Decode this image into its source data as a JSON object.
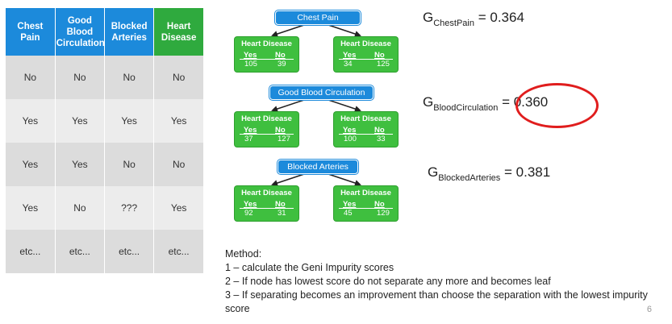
{
  "table": {
    "headers": [
      "Chest Pain",
      "Good Blood Circulation",
      "Blocked Arteries",
      "Heart Disease"
    ],
    "rows": [
      [
        "No",
        "No",
        "No",
        "No"
      ],
      [
        "Yes",
        "Yes",
        "Yes",
        "Yes"
      ],
      [
        "Yes",
        "Yes",
        "No",
        "No"
      ],
      [
        "Yes",
        "No",
        "???",
        "Yes"
      ],
      [
        "etc...",
        "etc...",
        "etc...",
        "etc..."
      ]
    ],
    "header_color": "#1c8adb",
    "highlight_header_color": "#2faa3e"
  },
  "trees": [
    {
      "root": "Chest Pain",
      "leaves": [
        {
          "title": "Heart Disease",
          "yes_label": "Yes",
          "no_label": "No",
          "yes": "105",
          "no": "39"
        },
        {
          "title": "Heart Disease",
          "yes_label": "Yes",
          "no_label": "No",
          "yes": "34",
          "no": "125"
        }
      ]
    },
    {
      "root": "Good Blood Circulation",
      "leaves": [
        {
          "title": "Heart Disease",
          "yes_label": "Yes",
          "no_label": "No",
          "yes": "37",
          "no": "127"
        },
        {
          "title": "Heart Disease",
          "yes_label": "Yes",
          "no_label": "No",
          "yes": "100",
          "no": "33"
        }
      ]
    },
    {
      "root": "Blocked Arteries",
      "leaves": [
        {
          "title": "Heart Disease",
          "yes_label": "Yes",
          "no_label": "No",
          "yes": "92",
          "no": "31"
        },
        {
          "title": "Heart Disease",
          "yes_label": "Yes",
          "no_label": "No",
          "yes": "45",
          "no": "129"
        }
      ]
    }
  ],
  "gini": [
    {
      "symbol": "G",
      "sub": "ChestPain",
      "text": " = 0.364"
    },
    {
      "symbol": "G",
      "sub": "BloodCirculation",
      "text": " = 0.360"
    },
    {
      "symbol": "G",
      "sub": "BlockedArteries",
      "text": " = 0.381"
    }
  ],
  "highlight_color": "#e01d1d",
  "method": {
    "title": "Method:",
    "steps": [
      "1 – calculate the Geni Impurity scores",
      "2 – If node has lowest score do not separate any more and becomes leaf",
      "3 – If separating becomes an improvement than choose the separation with the lowest impurity score"
    ]
  },
  "page_number": "6"
}
